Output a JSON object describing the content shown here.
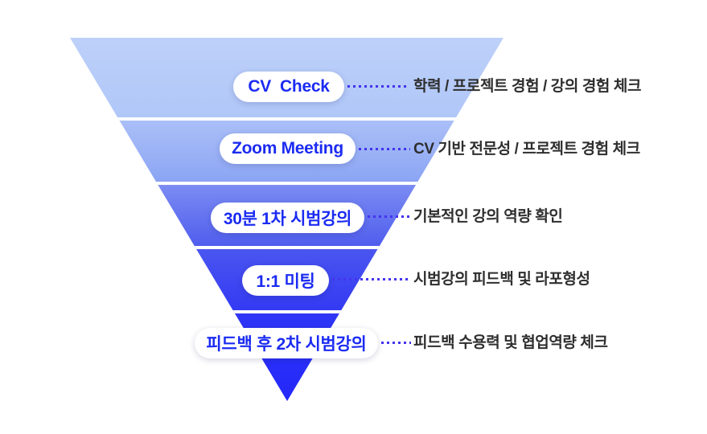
{
  "diagram": {
    "type": "inverted-funnel",
    "stage_count": 5,
    "stages": [
      {
        "label": "CV  Check",
        "description": "학력 / 프로젝트 경험 / 강의 경험 체크"
      },
      {
        "label": "Zoom Meeting",
        "description": "CV 기반 전문성 / 프로젝트 경험 체크"
      },
      {
        "label": "30분 1차 시범강의",
        "description": "기본적인 강의 역량 확인"
      },
      {
        "label": "1:1 미팅",
        "description": "시범강의 피드백 및 라포형성"
      },
      {
        "label": "피드백 후 2차 시범강의",
        "description": "피드백 수용력 및 협업역량 체크"
      }
    ],
    "colors": {
      "funnel_top": "#bdd0f9",
      "funnel_bottom": "#2428fa",
      "pill_background": "#ffffff",
      "stage_label_text": "#1b2bf2",
      "connector_dots": "#4433ee",
      "description_text": "#2e2e2e",
      "band_separator": "#ffffff",
      "page_background": "#ffffff"
    }
  }
}
